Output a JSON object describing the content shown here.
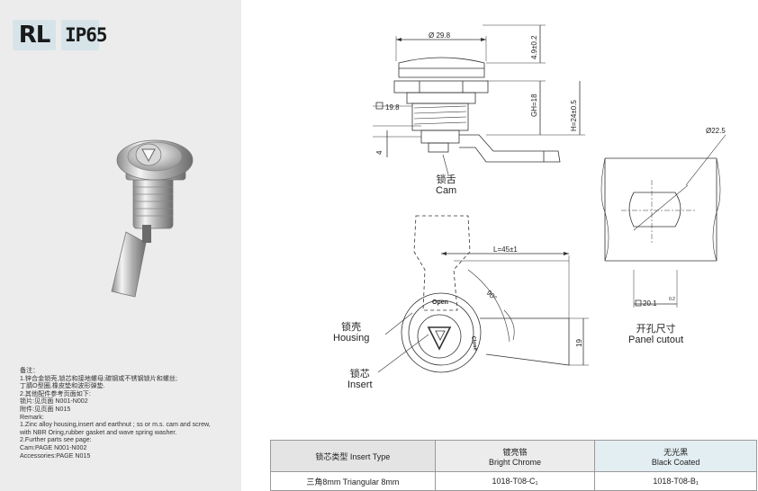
{
  "badges": {
    "series": "RL",
    "rating": "IP65"
  },
  "notes": [
    "备注：",
    "1.锌合金锁壳,锁芯和接地螺母;碳钢或不锈钢锁片和螺丝;",
    "丁腈O型圈,橡皮垫和波形弹垫.",
    "2.其他配件参考页面如下:",
    "锁片:见页面 N001-N002",
    "附件:见页面 N015",
    "Remark:",
    "1.Zinc alloy housing,insert and earthnut ; ss or m.s. cam and screw,",
    "with NBR Oring,rubber gasket and wave spring washer.",
    "2.Further parts see page:",
    "Cam:PAGE N001-N002",
    "Accessories:PAGE N015"
  ],
  "dims": {
    "d29": "Ø 29.8",
    "h49": "4.9±0.2",
    "gh": "GH=18",
    "h24": "H=24±0.5",
    "sq": "19.8",
    "four": "4",
    "d22": "Ø22.5",
    "L": "L=45±1",
    "ang": "90°",
    "n19": "19",
    "panel": "20.1",
    "panel_tol": "0.2",
    "open": "Open",
    "close": "Close"
  },
  "labels": {
    "cam_cn": "锁舌",
    "cam_en": "Cam",
    "housing_cn": "锁壳",
    "housing_en": "Housing",
    "insert_cn": "锁芯",
    "insert_en": "Insert",
    "cutout_cn": "开孔尺寸",
    "cutout_en": "Panel cutout"
  },
  "table": {
    "headers": [
      "锁芯类型 Insert Type",
      "镀亮铬",
      "无光黑"
    ],
    "headers_en": [
      "",
      "Bright Chrome",
      "Black Coated"
    ],
    "rows": [
      [
        "三角8mm Triangular 8mm",
        "1018-T08-C₁",
        "1018-T08-B₁"
      ]
    ]
  }
}
